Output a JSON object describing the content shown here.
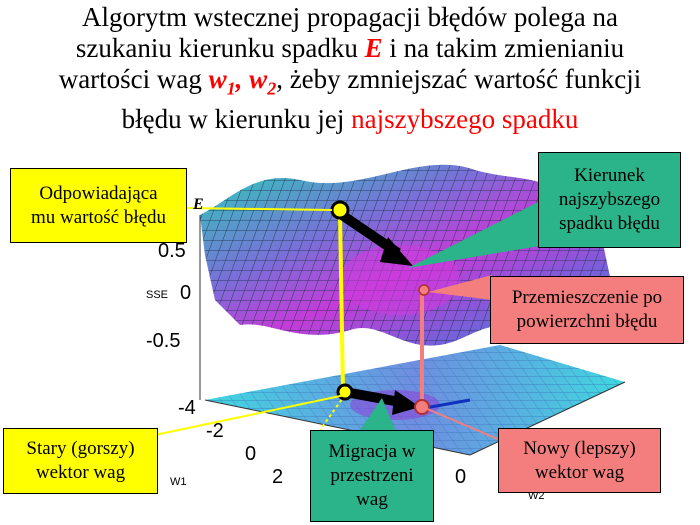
{
  "title": {
    "line1": "Algorytm wstecznej propagacji błędów polega na",
    "line2_a": "szukaniu kierunku spadku ",
    "line2_E": "E",
    "line2_b": " i na takim zmienianiu",
    "line3_a": "wartości wag ",
    "w1": "w",
    "w1_sub": "1",
    "comma": ", ",
    "w2": "w",
    "w2_sub": "2",
    "line3_b": ", żeby zmniejszać wartość funkcji",
    "line4_a": "błędu w kierunku jej ",
    "line4_red": "najszybszego spadku"
  },
  "callouts": {
    "matching_error": {
      "line1": "Odpowiadająca",
      "line2": "mu wartość błędu"
    },
    "steepest_direction": {
      "line1": "Kierunek",
      "line2": "najszybszego",
      "line3": "spadku błędu"
    },
    "surface_move": {
      "line1": "Przemieszczenie po",
      "line2": "powierzchni błędu"
    },
    "old_vector": {
      "line1": "Stary (gorszy)",
      "line2": "wektor wag"
    },
    "migration": {
      "line1": "Migracja w",
      "line2": "przestrzeni",
      "line3": "wag"
    },
    "new_vector": {
      "line1": "Nowy (lepszy)",
      "line2": "wektor wag"
    }
  },
  "plot": {
    "z_axis_label": "SSE",
    "z_ticks": [
      "0.5",
      "0",
      "-0.5"
    ],
    "w1_label": "W1",
    "w2_label": "W2",
    "w1_ticks": [
      "-4",
      "-2",
      "0",
      "2"
    ],
    "w2_ticks": [
      "0"
    ],
    "E_label": "E"
  },
  "colors": {
    "title_red": "#ff0000",
    "callout_yellow": "#ffff00",
    "callout_teal": "#2bb389",
    "callout_salmon": "#f47d7d",
    "surface_purple": "#9a4fd8",
    "floor_cyan": "#3fd8e0"
  }
}
